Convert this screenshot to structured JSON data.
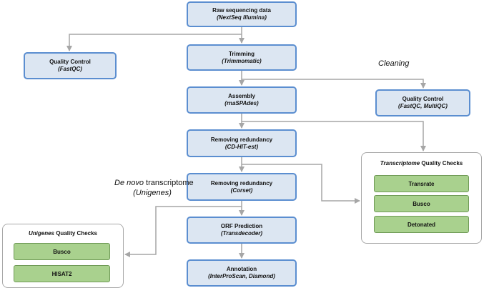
{
  "pipeline": {
    "raw": {
      "title": "Raw sequencing data",
      "sub": "(NextSeq Illumina)"
    },
    "trimming": {
      "title": "Trimming",
      "sub": "(Trimmomatic)"
    },
    "assembly": {
      "title": "Assembly",
      "sub": "(rnaSPAdes)"
    },
    "redundancy1": {
      "title": "Removing redundancy",
      "sub": "(CD-HIT-est)"
    },
    "redundancy2": {
      "title": "Removing redundancy",
      "sub": "(Corset)"
    },
    "orf": {
      "title": "ORF Prediction",
      "sub": "(Transdecoder)"
    },
    "annotation": {
      "title": "Annotation",
      "sub": "(InterProScan, Diamond)"
    }
  },
  "qc_left": {
    "title": "Quality Control",
    "sub": "(FastQC)"
  },
  "qc_right": {
    "title": "Quality Control",
    "sub": "(FastQC, MultiQC)"
  },
  "labels": {
    "cleaning": "Cleaning",
    "denovo_italic": "De novo",
    "denovo_rest": " transcriptome",
    "unigenes": "(Unigenes)"
  },
  "transcriptome_checks": {
    "title_italic": "Transcriptome",
    "title_rest": " Quality Checks",
    "items": [
      "Transrate",
      "Busco",
      "Detonated"
    ]
  },
  "unigenes_checks": {
    "title_italic": "Unigenes",
    "title_rest": " Quality Checks",
    "items": [
      "Busco",
      "HISAT2"
    ]
  },
  "colors": {
    "box_fill": "#dce6f2",
    "box_border": "#5b8ed0",
    "check_fill": "#a9d18e",
    "arrow": "#a6a6a6"
  }
}
